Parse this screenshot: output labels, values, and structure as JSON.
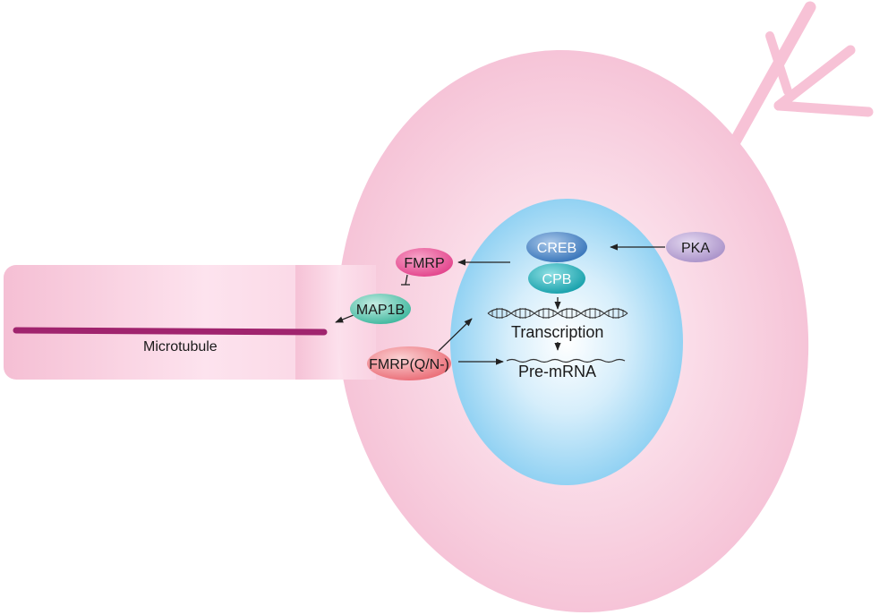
{
  "labels": {
    "fmrp": "FMRP",
    "map1b": "MAP1B",
    "microtubule": "Microtubule",
    "fmrp_qn": "FMRP(Q/N-)",
    "creb": "CREB",
    "cpb": "CPB",
    "pka": "PKA",
    "transcription": "Transcription",
    "pre_mrna": "Pre-mRNA"
  },
  "colors": {
    "cell_body": "#f7c6d8",
    "nucleus": "#9fd7f3",
    "microtubule": "#a0246e",
    "fmrp": "#ea4f97",
    "map1b": "#4cbfa8",
    "fmrp_qn": "#ef7f86",
    "creb": "#3f7fc1",
    "cpb": "#1fa9b3",
    "pka": "#b79fd0",
    "arrow": "#222222"
  }
}
